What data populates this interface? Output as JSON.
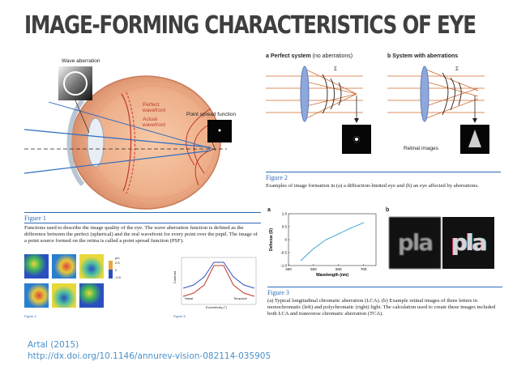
{
  "title": "IMAGE-FORMING CHARACTERISTICS OF EYE",
  "figure1": {
    "label_wave_aberration": "Wave aberration",
    "label_perfect": "Perfect",
    "label_wavefront": "wavefront",
    "label_actual": "Actual",
    "label_actual_wavefront": "wavefront",
    "label_psf": "Point spread function",
    "caption_title": "Figure 1",
    "caption_text": "Functions used to describe the image quality of the eye. The wave aberration function is defined as the difference between the perfect (spherical) and the real wavefront for every point over the pupil. The image of a point source formed on the retina is called a point spread function (PSF)."
  },
  "figure2": {
    "panel_a_letter": "a",
    "panel_a_title": "Perfect system",
    "panel_a_sub": "(no aberrations)",
    "panel_b_letter": "b",
    "panel_b_title": "System with aberrations",
    "sigma": "Σ",
    "retinal_images": "Retinal images",
    "caption_title": "Figure 2",
    "caption_text": "Examples of image formation in (a) a diffraction-limited eye and (b) an eye affected by aberrations."
  },
  "figure3": {
    "panel_a_letter": "a",
    "panel_b_letter": "b",
    "caption_title": "Figure 3",
    "caption_text": "(a) Typical longitudinal chromatic aberration (LCA). (b) Example retinal images of three letters in monochromatic (left) and polychromatic (right) light. The calculation used to create these images included both LCA and transverse chromatic aberration (TCA).",
    "letters_left": "pla",
    "letters_right": "pla"
  },
  "small_figures": {
    "left_caption_title": "Figure 4",
    "right_caption_title": "Figure 5",
    "left_legend_top": "μm",
    "left_legend_val1": "0.5",
    "left_legend_val2": "0",
    "left_legend_val3": "-0.5",
    "right_xlabel": "Eccentricity (°)",
    "right_ylabel": "Contrast",
    "right_label_nasal": "Nasal",
    "right_label_temporal": "Temporal"
  },
  "chart_data": {
    "type": "line",
    "title": "",
    "xlabel": "Wavelength (nm)",
    "ylabel": "Defocus (D)",
    "x": [
      450,
      500,
      550,
      600,
      650,
      700
    ],
    "series": [
      {
        "values": [
          -0.8,
          -0.35,
          0.0,
          0.22,
          0.45,
          0.65
        ]
      }
    ],
    "xlim": [
      400,
      750
    ],
    "ylim": [
      -1.0,
      1.0
    ],
    "xticks": [
      "400",
      "500",
      "600",
      "700"
    ],
    "yticks": [
      "1.0",
      "0.5",
      "0",
      "-0.5",
      "-1.0"
    ],
    "line_color": "#3fa7d6",
    "grid": false
  },
  "citation": {
    "line1": "Artal (2015)",
    "line2": "http://dx.doi.org/10.1146/annurev-vision-082114-035905"
  }
}
